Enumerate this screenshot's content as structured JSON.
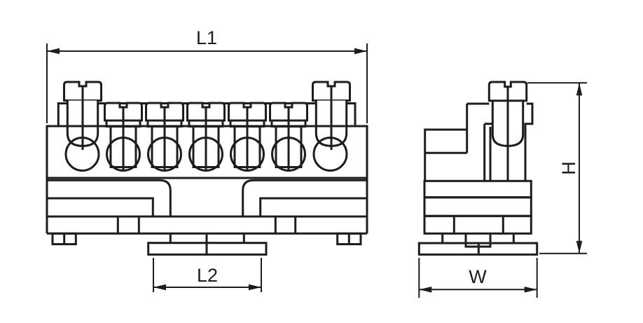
{
  "labels": {
    "l1": "L1",
    "l2": "L2",
    "h": "H",
    "w": "W"
  },
  "colors": {
    "line": "#1d1d1b",
    "background": "#ffffff"
  },
  "front_view": {
    "screw_count": 7,
    "wire_hole_count": 7,
    "tall_screw_positions": [
      1,
      7
    ]
  },
  "side_view": {
    "screw_count": 1
  }
}
